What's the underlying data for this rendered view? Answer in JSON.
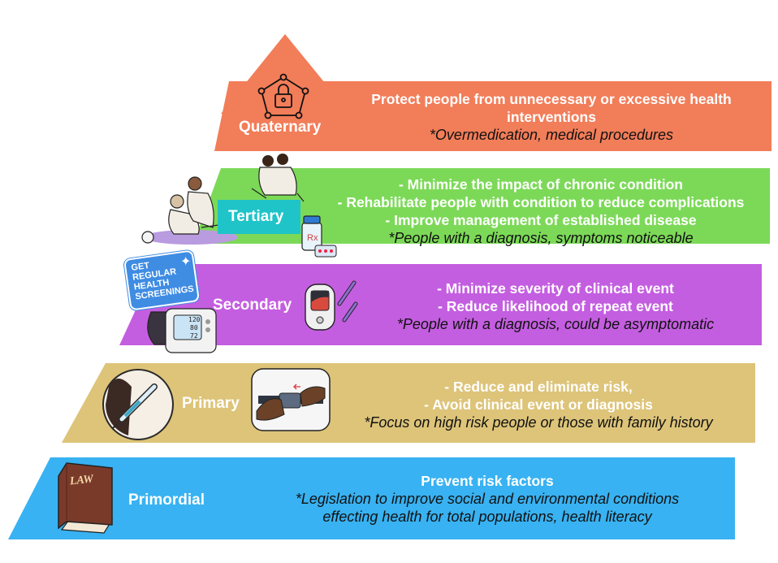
{
  "colors": {
    "quaternary": "#F27D59",
    "tertiary": "#7CD958",
    "secondary": "#C45EE0",
    "primary": "#DDC479",
    "primordial": "#38B2F2",
    "tertiary_label_bg": "#1FC4C8"
  },
  "levels": {
    "quaternary": {
      "label": "Quaternary",
      "lines": [
        "Protect people from unnecessary or excessive health",
        "interventions"
      ],
      "note": "*Overmedication, medical procedures",
      "icon": "lock-network-icon"
    },
    "tertiary": {
      "label": "Tertiary",
      "lines": [
        "- Minimize the impact of chronic condition",
        "- Rehabilitate people with condition to reduce complications",
        "- Improve management of established disease"
      ],
      "note": "*People with a diagnosis, symptoms noticeable",
      "icon": "rehabilitation-people-icon"
    },
    "secondary": {
      "label": "Secondary",
      "lines": [
        "- Minimize severity of clinical event",
        "- Reduce likelihood of repeat event"
      ],
      "note": "*People with a diagnosis, could be asymptomatic",
      "icon": "glucose-meter-icon",
      "sticker": [
        "GET",
        "REGULAR",
        "HEALTH",
        "SCREENINGS"
      ],
      "bp_readings": [
        "120",
        "80",
        "72"
      ]
    },
    "primary": {
      "label": "Primary",
      "lines": [
        "- Reduce and eliminate risk,",
        "- Avoid clinical event or diagnosis"
      ],
      "note": "*Focus on high risk people or those with family history",
      "icon": "vaccine-syringe-icon"
    },
    "primordial": {
      "label": "Primordial",
      "lines": [
        "Prevent risk factors"
      ],
      "note_lines": [
        "*Legislation to improve social and environmental conditions",
        "effecting health for total populations, health literacy"
      ],
      "icon": "law-book-icon",
      "book_text": "LAW"
    }
  }
}
